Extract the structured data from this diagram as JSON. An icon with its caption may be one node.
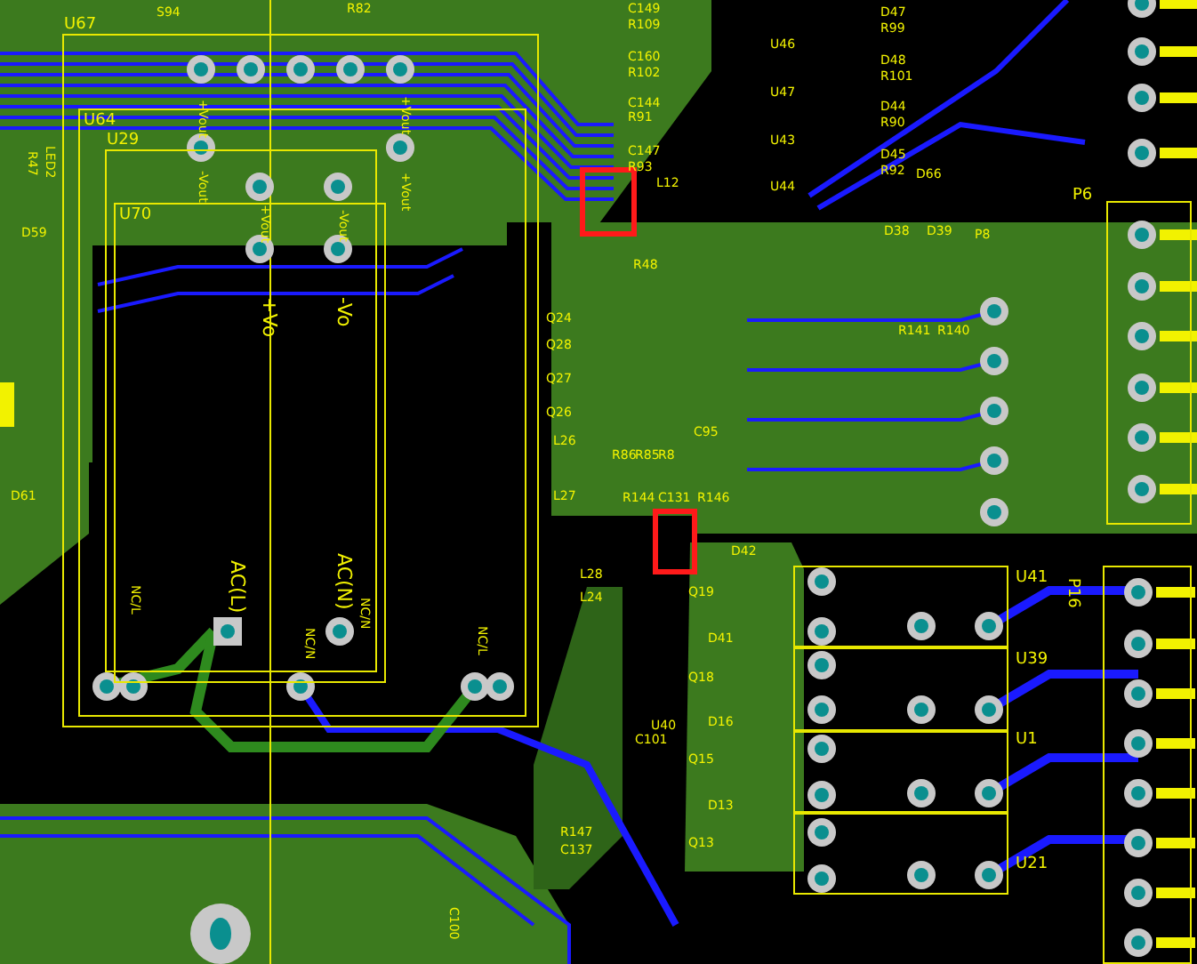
{
  "diagram": {
    "nodes": [
      {
        "text": [
          "U67"
        ]
      },
      {
        "text": [
          "U64"
        ],
        "in": 0
      },
      {
        "text": [
          "U29"
        ],
        "in": 1
      },
      {
        "text": [
          "U70",
          "+Vo",
          "-Vo",
          "AC(L)",
          "AC(N)"
        ],
        "in": 1
      },
      {
        "text": [
          "U41"
        ]
      },
      {
        "text": [
          "U39"
        ]
      },
      {
        "text": [
          "U1"
        ]
      },
      {
        "text": [
          "U21"
        ]
      },
      {
        "text": [
          "P6"
        ]
      },
      {
        "text": [
          "P16"
        ]
      },
      {
        "text": [],
        "shape": "box"
      },
      {
        "text": [],
        "shape": "box"
      }
    ],
    "labels": [
      "S94",
      "R82",
      "C149",
      "R109",
      "C160",
      "R102",
      "C144",
      "R91",
      "C147",
      "R93",
      "L12",
      "U46",
      "U47",
      "U43",
      "U44",
      "D47",
      "R99",
      "D48",
      "R101",
      "D44",
      "R90",
      "D45",
      "R92",
      "D66",
      "D38",
      "D39",
      "P8",
      "R48",
      "R141",
      "R140",
      "C95",
      "R86",
      "R85",
      "R8",
      "R144",
      "C131",
      "R146",
      "Q24",
      "Q28",
      "Q27",
      "Q26",
      "L26",
      "L27",
      "L28",
      "L24",
      "D42",
      "Q19",
      "D41",
      "Q18",
      "D16",
      "Q15",
      "D13",
      "Q13",
      "U40",
      "C101",
      "R147",
      "C137",
      "C100",
      "R47",
      "LED2",
      "D59",
      "D61",
      "+Vout",
      "+Vout",
      "-Vout",
      "+Vout",
      "+Vout",
      "-Vout",
      "NC/L",
      "NC/N",
      "NC/N",
      "NC/L"
    ]
  }
}
